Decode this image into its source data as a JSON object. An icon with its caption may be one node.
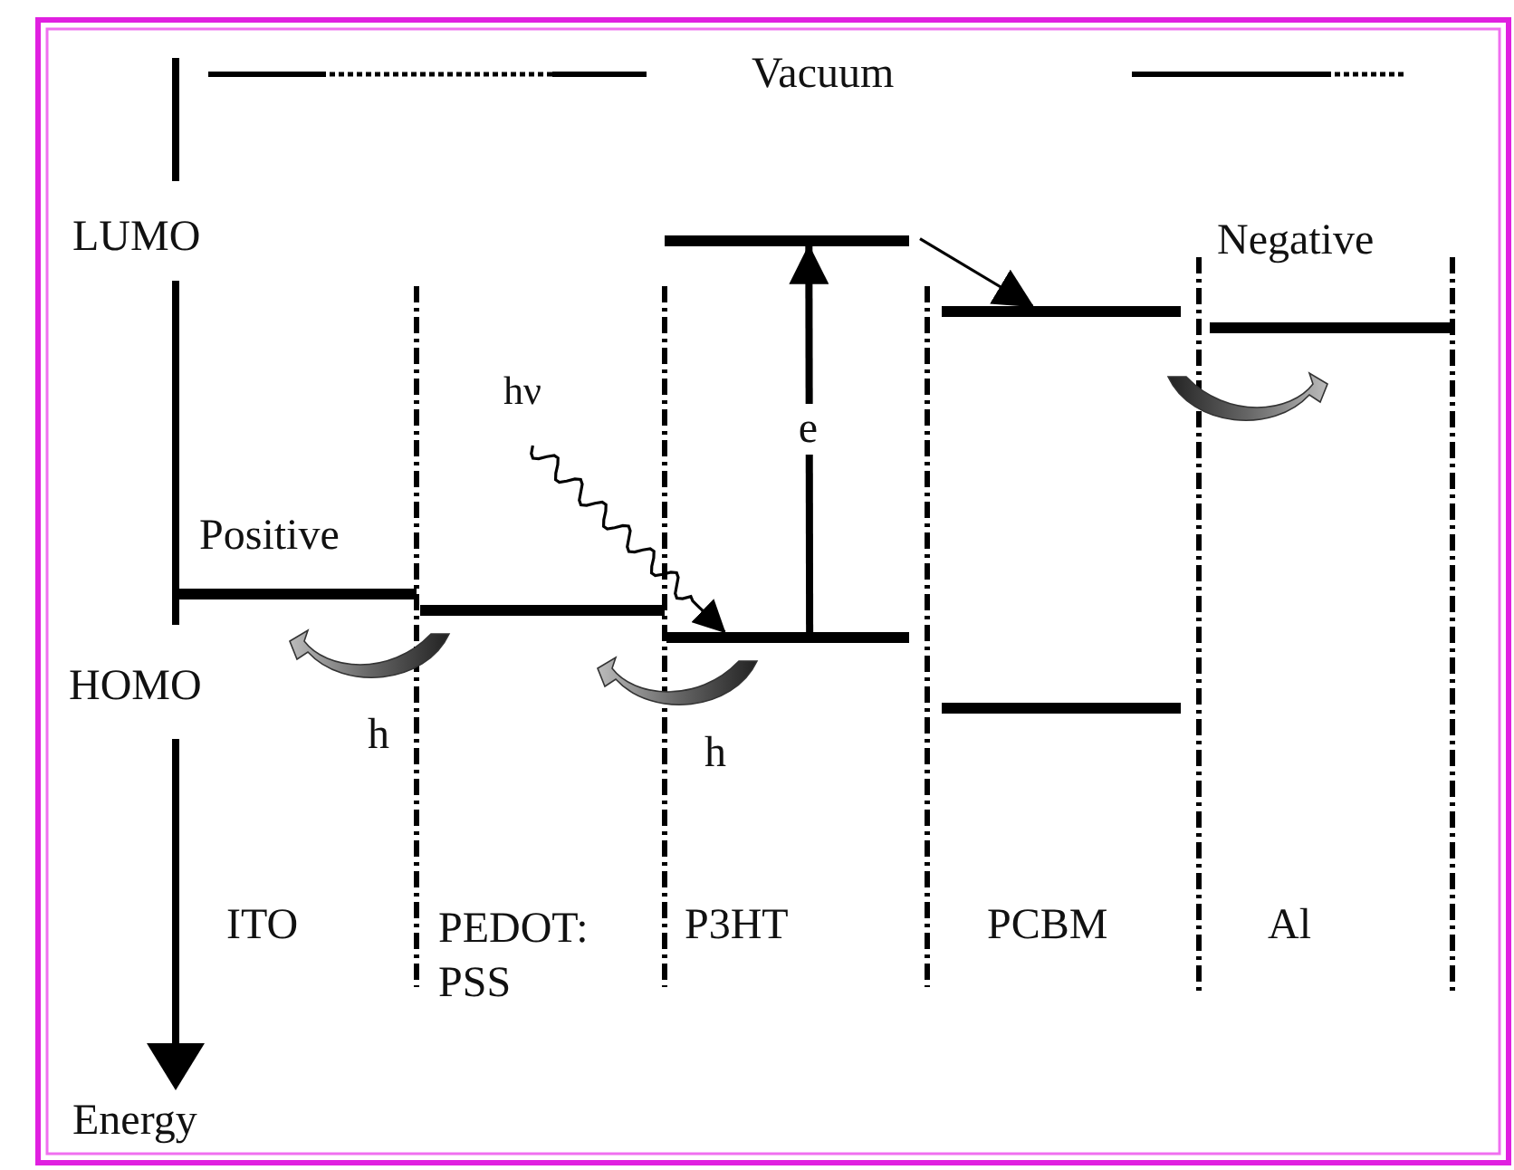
{
  "diagram": {
    "nodes": [
      {
        "text": [],
        "shape": "bar"
      },
      {
        "text": [],
        "shape": "bar"
      },
      {
        "text": [],
        "shape": "bar"
      },
      {
        "text": [],
        "shape": "bar"
      },
      {
        "text": [],
        "shape": "bar"
      },
      {
        "text": [],
        "shape": "bar"
      },
      {
        "text": [],
        "shape": "bar"
      },
      {
        "text": [
          "hν"
        ]
      }
    ],
    "edges": [
      {
        "from": 7,
        "to": 3,
        "arrow": "to"
      },
      {
        "from": 3,
        "to": 2,
        "arrow": "to",
        "label": "e",
        "style": "thick"
      },
      {
        "from": 2,
        "to": 4,
        "arrow": "to"
      }
    ],
    "labels": [
      "Vacuum",
      "LUMO",
      "Negative",
      "Positive",
      "HOMO",
      "h",
      "h",
      "ITO",
      "PEDOT: PSS",
      "P3HT",
      "PCBM",
      "Al",
      "Energy"
    ]
  }
}
